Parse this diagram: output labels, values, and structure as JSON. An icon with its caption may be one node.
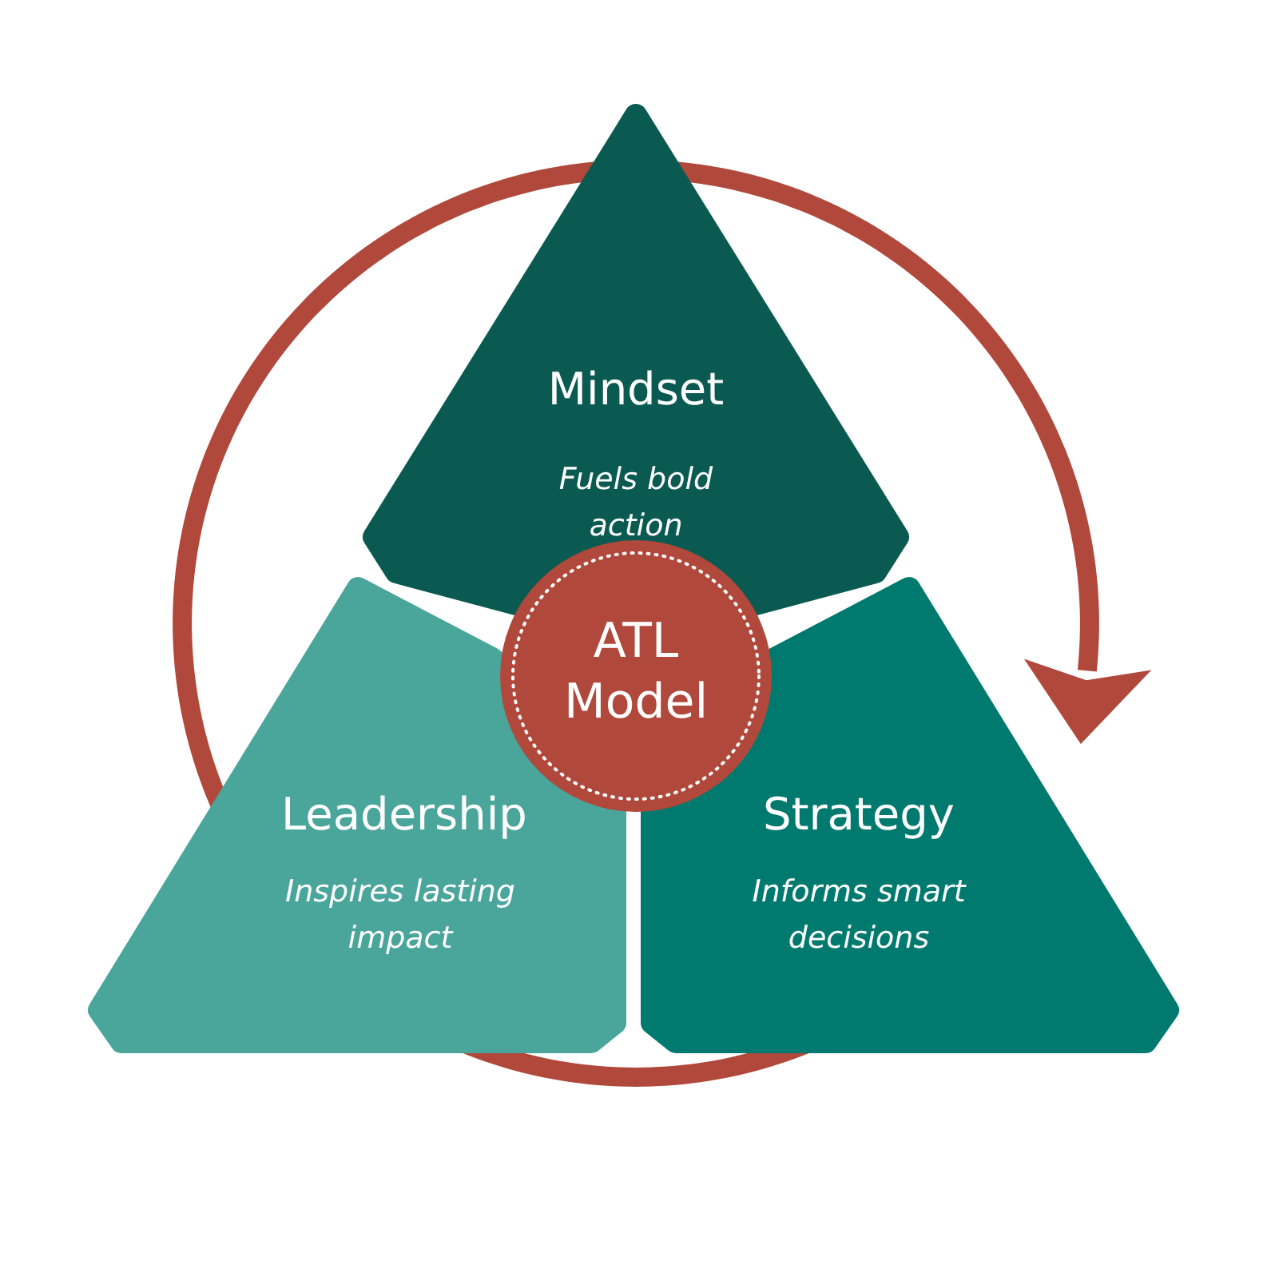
{
  "diagram": {
    "nodes": [
      {
        "text": [
          "Mindset",
          "Fuels bold action"
        ]
      },
      {
        "text": [
          "Leadership",
          "Inspires lasting impact"
        ]
      },
      {
        "text": [
          "Strategy",
          "Informs smart decisions"
        ]
      },
      {
        "text": [
          "ATL Model"
        ]
      }
    ]
  }
}
